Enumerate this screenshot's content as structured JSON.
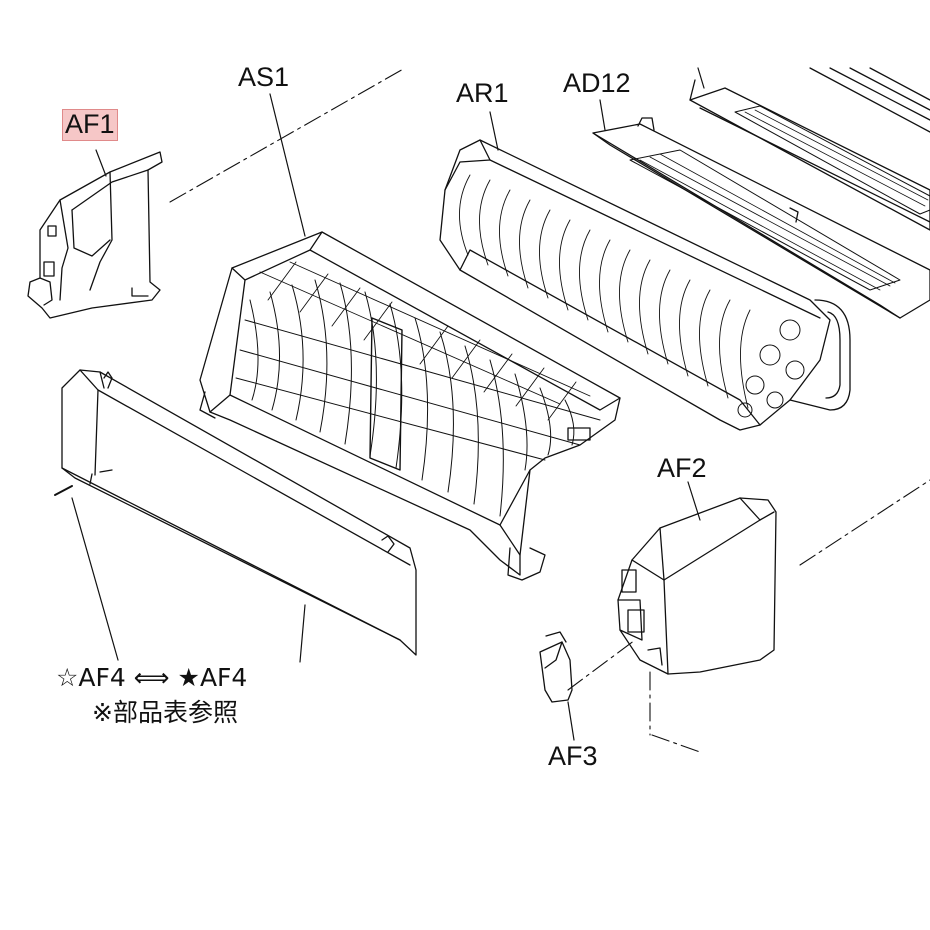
{
  "labels": {
    "af1": "AF1",
    "as1": "AS1",
    "ar1": "AR1",
    "ad12": "AD12",
    "af2": "AF2",
    "af4_pair": "☆AF4 ⟺ ★AF4",
    "parts_note": "※部品表参照",
    "af3_cut": "AF3"
  },
  "colors": {
    "highlight": "#f6c7c7",
    "highlight_border": "#e08a8a",
    "line": "#111111"
  }
}
